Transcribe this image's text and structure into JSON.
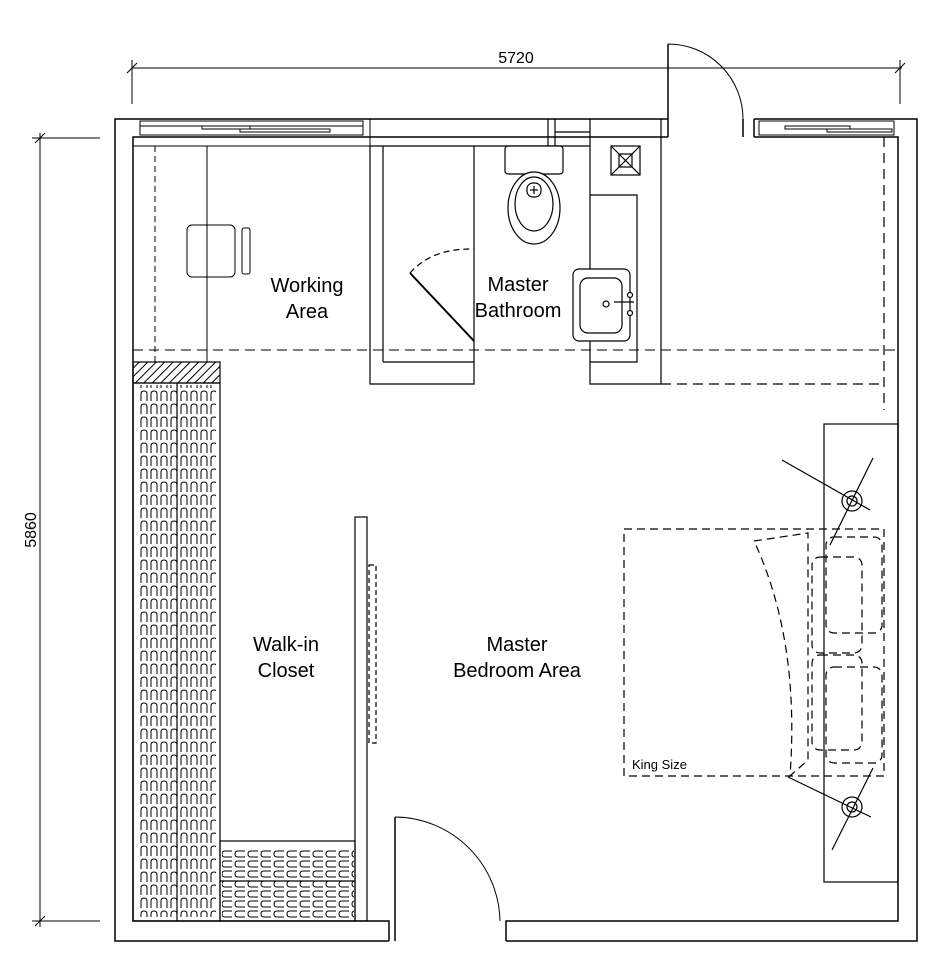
{
  "dimensions": {
    "width": "5720",
    "height": "5860"
  },
  "rooms": {
    "working_line1": "Working",
    "working_line2": "Area",
    "bath_line1": "Master",
    "bath_line2": "Bathroom",
    "closet_line1": "Walk-in",
    "closet_line2": "Closet",
    "bedroom_line1": "Master",
    "bedroom_line2": "Bedroom Area"
  },
  "bed_label": "King Size"
}
